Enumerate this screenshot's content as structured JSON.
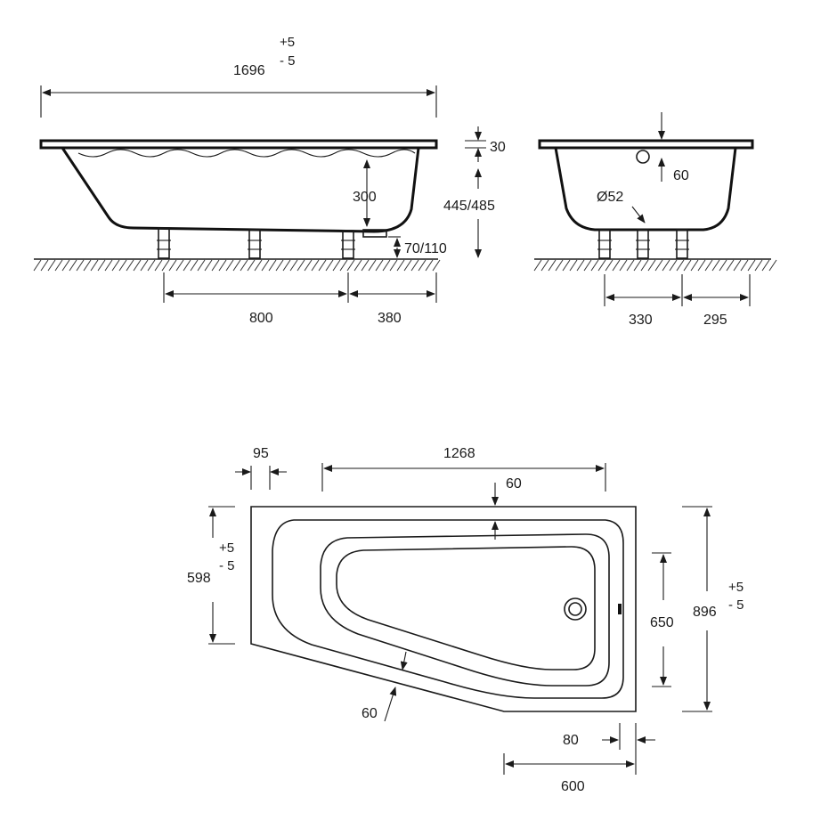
{
  "side_view": {
    "overall_length": "1696",
    "overall_length_tol_plus": "+5",
    "overall_length_tol_minus": "- 5",
    "depth": "300",
    "rim_thickness": "30",
    "total_height": "445/485",
    "leg_height": "70/110",
    "leg_spacing_1": "800",
    "leg_spacing_2": "380"
  },
  "end_view": {
    "overflow_offset": "60",
    "overflow_diameter": "Ø52",
    "leg_spacing_1": "330",
    "leg_spacing_2": "295"
  },
  "plan_view": {
    "corner_offset": "95",
    "top_length": "1268",
    "top_rim": "60",
    "left_width": "598",
    "left_width_tol_plus": "+5",
    "left_width_tol_minus": "- 5",
    "drain_region": "650",
    "overall_width": "896",
    "overall_width_tol_plus": "+5",
    "overall_width_tol_minus": "- 5",
    "slant_rim": "60",
    "bottom_offset": "80",
    "bottom_length": "600"
  }
}
